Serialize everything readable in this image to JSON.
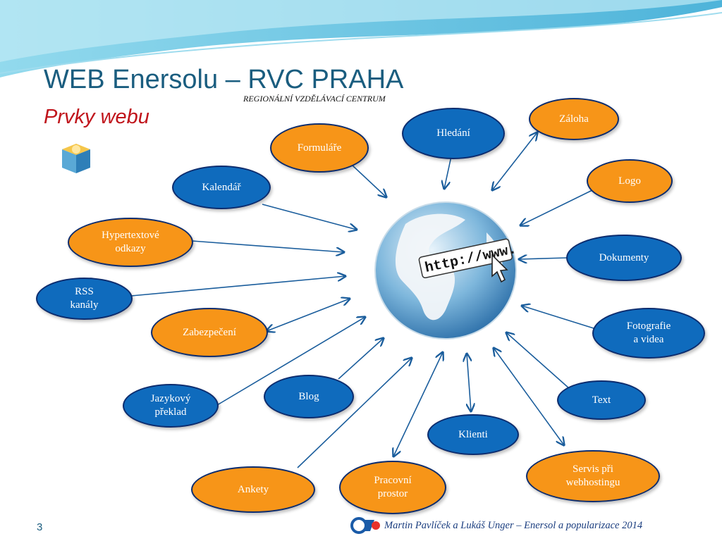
{
  "slide": {
    "title": "WEB Enersolu – RVC PRAHA",
    "tagline": "REGIONÁLNÍ VZDĚLÁVACÍ CENTRUM",
    "subtitle": "Prvky webu",
    "page_number": "3",
    "footer": "Martin Pavlíček a Lukáš Unger – Enersol a popularizace 2014"
  },
  "center": {
    "globe_text": "http://www.",
    "icon": "globe-icon"
  },
  "nodes": [
    {
      "id": "formulare",
      "label": "Formuláře",
      "color": "orange"
    },
    {
      "id": "hledani",
      "label": "Hledání",
      "color": "blue"
    },
    {
      "id": "zaloha",
      "label": "Záloha",
      "color": "orange"
    },
    {
      "id": "kalendar",
      "label": "Kalendář",
      "color": "blue"
    },
    {
      "id": "logo",
      "label": "Logo",
      "color": "orange"
    },
    {
      "id": "hypertextove",
      "label": "Hypertextové\nodkazy",
      "color": "orange"
    },
    {
      "id": "dokumenty",
      "label": "Dokumenty",
      "color": "blue"
    },
    {
      "id": "rss",
      "label": "RSS\nkanály",
      "color": "blue"
    },
    {
      "id": "fotografie",
      "label": "Fotografie\na videa",
      "color": "blue"
    },
    {
      "id": "zabezpeceni",
      "label": "Zabezpečení",
      "color": "orange"
    },
    {
      "id": "jazykovy",
      "label": "Jazykový\npřeklad",
      "color": "blue"
    },
    {
      "id": "blog",
      "label": "Blog",
      "color": "blue"
    },
    {
      "id": "text",
      "label": "Text",
      "color": "blue"
    },
    {
      "id": "klienti",
      "label": "Klienti",
      "color": "blue"
    },
    {
      "id": "servis",
      "label": "Servis při\nwebhostingu",
      "color": "orange"
    },
    {
      "id": "ankety",
      "label": "Ankety",
      "color": "orange"
    },
    {
      "id": "pracovni",
      "label": "Pracovní\nprostor",
      "color": "orange"
    }
  ],
  "colors": {
    "orange": "#f79518",
    "blue": "#0f6bbd",
    "title": "#1a5d7f",
    "subtitle": "#c0141b",
    "arrow": "#1a5d9c"
  }
}
